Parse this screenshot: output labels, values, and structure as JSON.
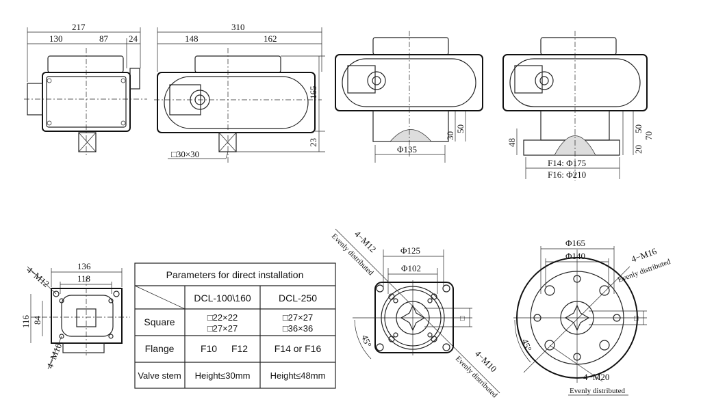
{
  "view_side": {
    "overall": "217",
    "left": "130",
    "right": "87",
    "conduit": "24"
  },
  "view_front": {
    "overall": "310",
    "left": "148",
    "right": "162",
    "height": "165",
    "stem": "23",
    "square": "□30×30"
  },
  "view_f10": {
    "h50": "50",
    "h30": "30",
    "dia": "Φ135"
  },
  "view_f14": {
    "h50": "50",
    "h70": "70",
    "h48": "48",
    "h20": "20",
    "f14": "F14:  Φ175",
    "f16": "F16:  Φ210"
  },
  "view_bottom": {
    "w136": "136",
    "w118": "118",
    "h116": "116",
    "h84": "84",
    "m12": "4−M12",
    "m10": "4−M10"
  },
  "table": {
    "title": "Parameters for direct installation",
    "col1": "DCL-100\\160",
    "col2": "DCL-250",
    "rows": [
      {
        "label": "Square",
        "c1a": "□22×22",
        "c1b": "□27×27",
        "c2a": "□27×27",
        "c2b": "□36×36"
      },
      {
        "label": "Flange",
        "c1a": "F10",
        "c1b": "F12",
        "c2": "F14 or F16"
      },
      {
        "label": "Valve stem",
        "c1": "Height≤30mm",
        "c2": "Height≤48mm"
      }
    ]
  },
  "flange_small": {
    "outer": "Φ125",
    "inner": "Φ102",
    "bolt_top": "4−M12",
    "bolt_bottom": "4−M10",
    "even": "Evenly distributed",
    "angle": "45°",
    "square": "□"
  },
  "flange_large": {
    "outer": "Φ165",
    "inner": "Φ140",
    "bolt_top": "4−M16",
    "bolt_bottom": "4−M20",
    "even": "Evenly distributed",
    "angle": "45°",
    "square": "□"
  }
}
